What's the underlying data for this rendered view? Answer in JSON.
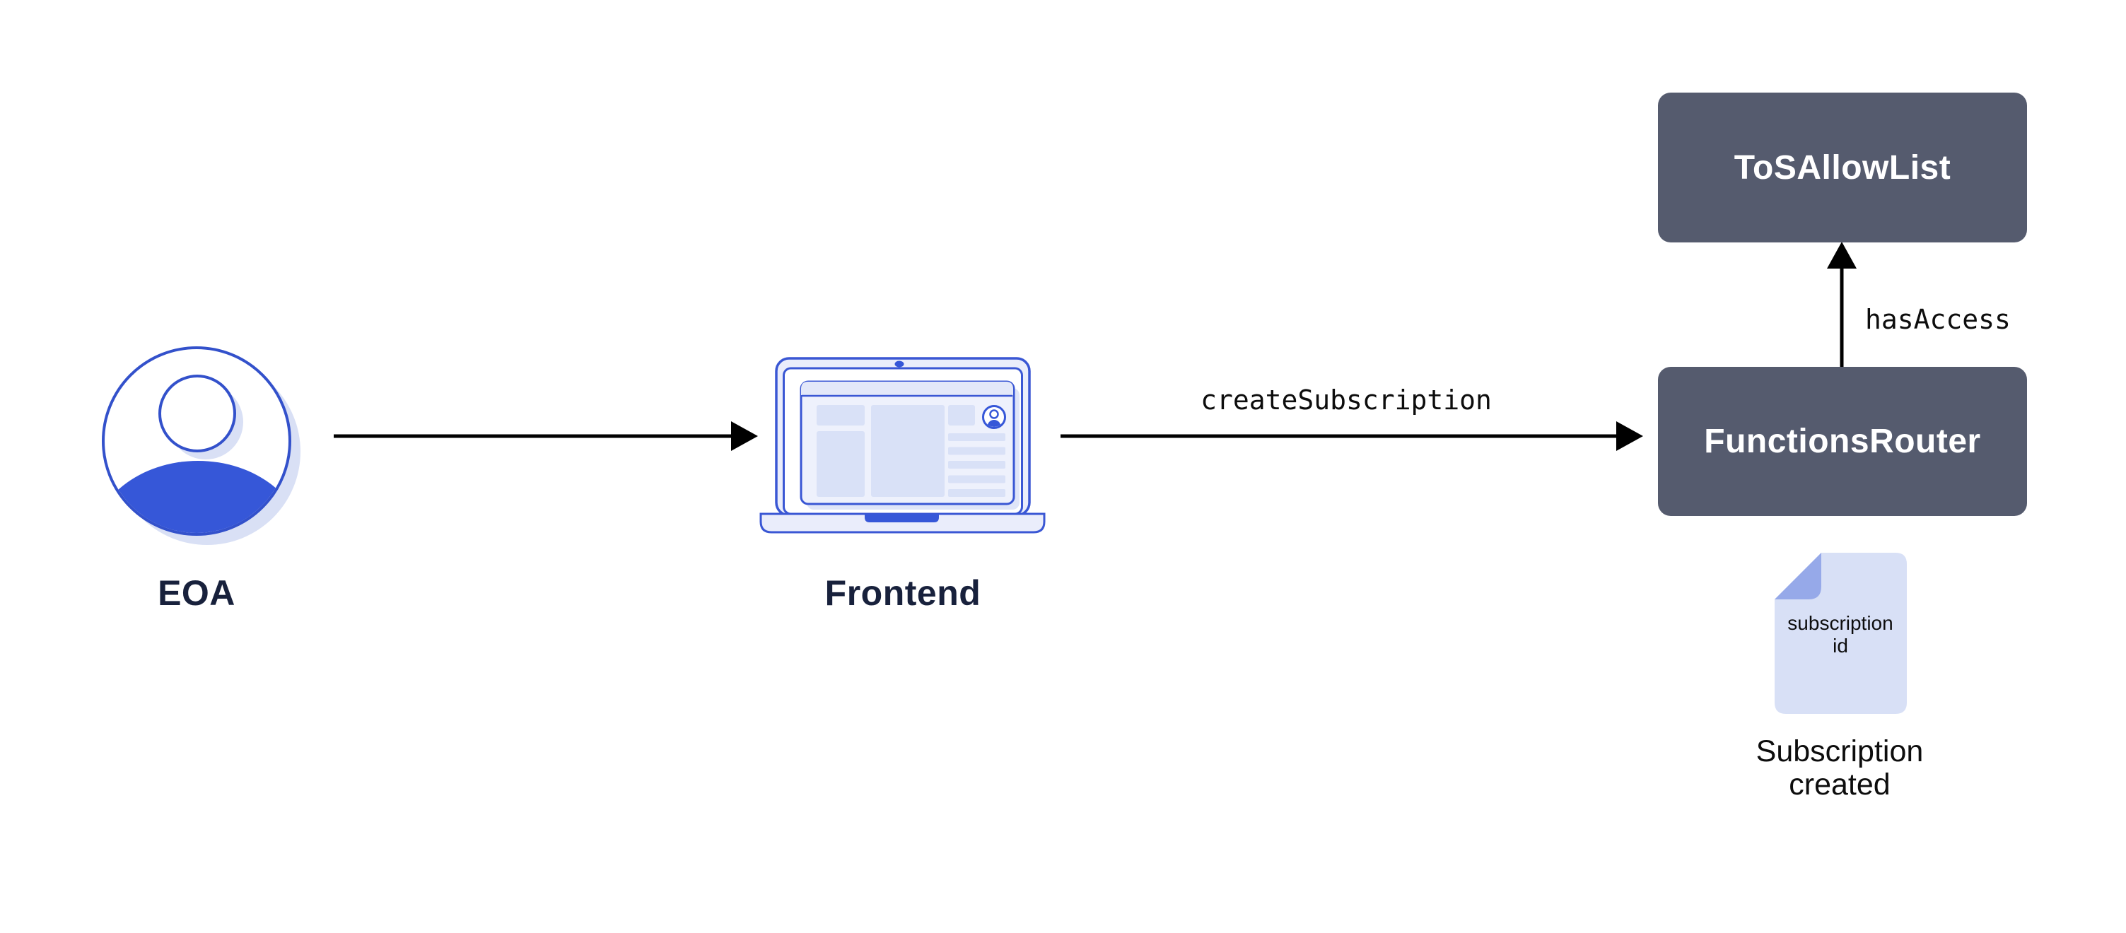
{
  "diagram": {
    "nodes": {
      "eoa": {
        "label": "EOA",
        "icon": "user-avatar-icon"
      },
      "frontend": {
        "label": "Frontend",
        "icon": "laptop-icon"
      },
      "functions_router": {
        "label": "FunctionsRouter",
        "type": "contract-box"
      },
      "tos_allow_list": {
        "label": "ToSAllowList",
        "type": "contract-box"
      },
      "subscription_file": {
        "icon": "document-icon",
        "file_text": "subscription id",
        "caption": "Subscription created"
      }
    },
    "edges": [
      {
        "from": "EOA",
        "to": "Frontend",
        "label": ""
      },
      {
        "from": "Frontend",
        "to": "FunctionsRouter",
        "label": "createSubscription"
      },
      {
        "from": "FunctionsRouter",
        "to": "ToSAllowList",
        "label": "hasAccess"
      }
    ],
    "colors": {
      "background": "#ffffff",
      "box_fill": "#555b6e",
      "box_text": "#ffffff",
      "outline_blue": "#3351cb",
      "fill_blue": "#3657d8",
      "lavender_shadow": "#d9e0f5",
      "lavender_block": "#d9e1f7",
      "panel_fill": "#eaedfb",
      "doc_fill": "#d8e0f6",
      "doc_fold": "#96a9e9",
      "label_navy": "#18213c",
      "label_black": "#0d0d0d",
      "arrow_black": "#000000"
    }
  }
}
